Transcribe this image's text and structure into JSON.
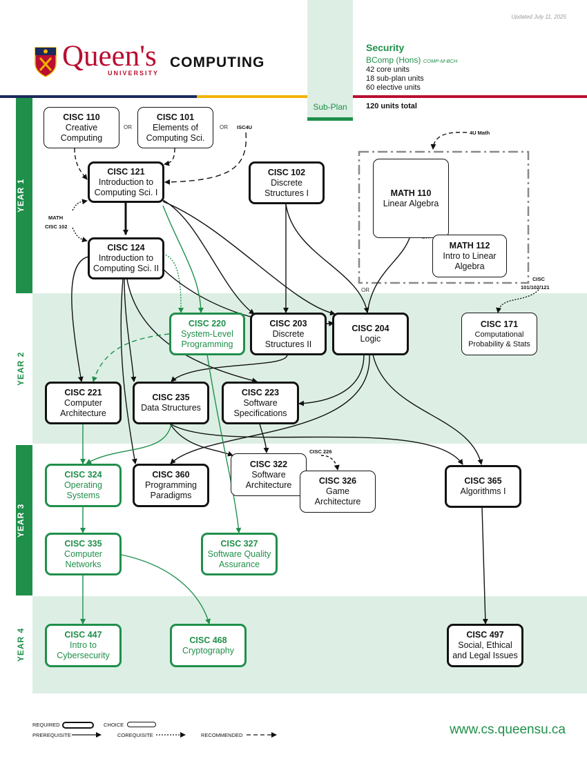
{
  "header": {
    "updated": "Updated July 11, 2025",
    "logo_word": "Queen's",
    "logo_sub": "UNIVERSITY",
    "dept": "COMPUTING",
    "subplan_tab": "Sub-Plan",
    "plan_title": "Security",
    "degree": "BComp (Hons)",
    "plan_code": "COMP-M-BCH",
    "units": [
      "42 core units",
      "18 sub-plan units",
      "60 elective units"
    ],
    "total": "120 units total"
  },
  "years": [
    "YEAR 1",
    "YEAR 2",
    "YEAR 3",
    "YEAR 4"
  ],
  "courses": {
    "c110": {
      "code": "CISC 110",
      "name": "Creative\nComputing"
    },
    "c101": {
      "code": "CISC 101",
      "name": "Elements of\nComputing Sci."
    },
    "c121": {
      "code": "CISC 121",
      "name": "Introduction to\nComputing Sci. I"
    },
    "c102": {
      "code": "CISC 102",
      "name": "Discrete\nStructures I"
    },
    "m110": {
      "code": "MATH 110",
      "name": "Linear Algebra"
    },
    "m112": {
      "code": "MATH 112",
      "name": "Intro to Linear\nAlgebra"
    },
    "c124": {
      "code": "CISC 124",
      "name": "Introduction to\nComputing Sci. II"
    },
    "c220": {
      "code": "CISC 220",
      "name": "System-Level\nProgramming"
    },
    "c203": {
      "code": "CISC 203",
      "name": "Discrete\nStructures  II"
    },
    "c204": {
      "code": "CISC 204",
      "name": "Logic"
    },
    "c171": {
      "code": "CISC 171",
      "name": "Computational\nProbability & Stats"
    },
    "c221": {
      "code": "CISC 221",
      "name": "Computer\nArchitecture"
    },
    "c235": {
      "code": "CISC 235",
      "name": "Data Structures"
    },
    "c223": {
      "code": "CISC 223",
      "name": "Software\nSpecifications"
    },
    "c324": {
      "code": "CISC 324",
      "name": "Operating\nSystems"
    },
    "c360": {
      "code": "CISC 360",
      "name": "Programming\nParadigms"
    },
    "c322": {
      "code": "CISC 322",
      "name": "Software\nArchitecture"
    },
    "c326": {
      "code": "CISC 326",
      "name": "Game\nArchitecture"
    },
    "c365": {
      "code": "CISC 365",
      "name": "Algorithms I"
    },
    "c335": {
      "code": "CISC 335",
      "name": "Computer\nNetworks"
    },
    "c327": {
      "code": "CISC 327",
      "name": "Software Quality\nAssurance"
    },
    "c447": {
      "code": "CISC 447",
      "name": "Intro to\nCybersecurity"
    },
    "c468": {
      "code": "CISC 468",
      "name": "Cryptography"
    },
    "c497": {
      "code": "CISC 497",
      "name": "Social, Ethical\nand Legal Issues"
    }
  },
  "notes": {
    "or": "OR",
    "isc4u": "ISC4U",
    "math4u": "4U Math",
    "math_line1": "MATH",
    "math_line2": "CISC 102",
    "cisc_line1": "CISC",
    "cisc_line2": "101/102/121",
    "cisc226": "CISC 226"
  },
  "legend": {
    "required": "REQUIRED",
    "choice": "CHOICE",
    "prerequisite": "PREREQUISITE",
    "corequisite": "COREQUISITE",
    "recommended": "RECOMMENDED"
  },
  "footer": {
    "url": "www.cs.queensu.ca"
  },
  "colors": {
    "green": "#1f8f4a",
    "navy": "#1b2a5c",
    "gold": "#f2b200",
    "red": "#b90e31",
    "band": "#ddefe4"
  }
}
